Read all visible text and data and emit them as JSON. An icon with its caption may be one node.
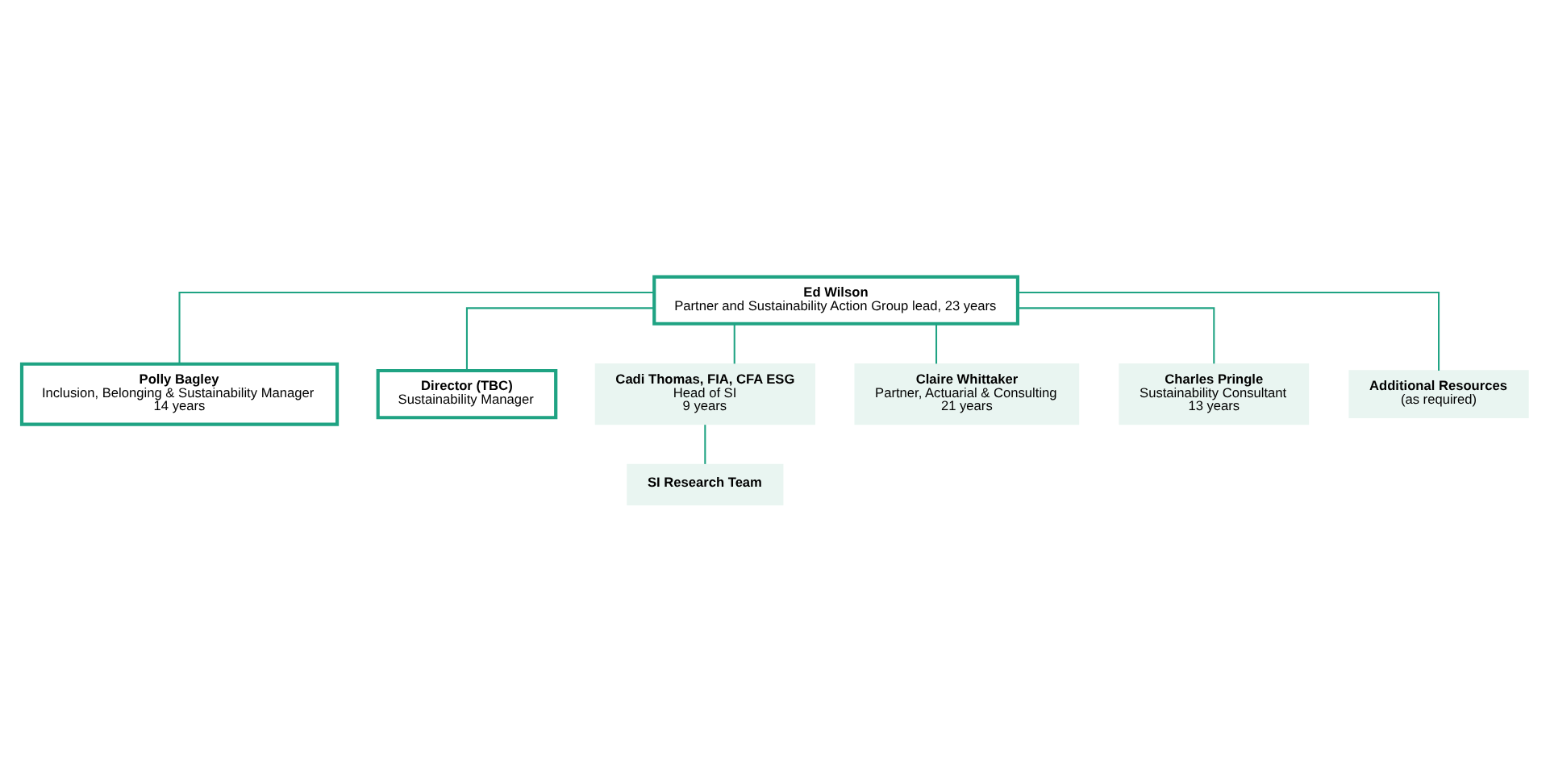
{
  "diagram": {
    "nodes": [
      {
        "text": [
          "Ed Wilson",
          "Partner and Sustainability Action Group lead, 23 years"
        ]
      },
      {
        "text": [
          "Polly Bagley",
          "Inclusion, Belonging & Sustainability Manager",
          "14 years"
        ]
      },
      {
        "text": [
          "Director (TBC)",
          "Sustainability Manager"
        ]
      },
      {
        "text": [
          "Cadi Thomas, FIA, CFA ESG",
          "Head of SI",
          "9 years"
        ]
      },
      {
        "text": [
          "Claire Whittaker",
          "Partner, Actuarial & Consulting",
          "21 years"
        ]
      },
      {
        "text": [
          "Charles Pringle",
          "Sustainability Consultant",
          "13 years"
        ]
      },
      {
        "text": [
          "Additional Resources",
          "(as required)"
        ]
      },
      {
        "text": [
          "SI Research Team"
        ]
      }
    ],
    "edges": [
      {
        "from": 0,
        "to": 1,
        "arrow": "none"
      },
      {
        "from": 0,
        "to": 2,
        "arrow": "none"
      },
      {
        "from": 0,
        "to": 3,
        "arrow": "none"
      },
      {
        "from": 0,
        "to": 4,
        "arrow": "none"
      },
      {
        "from": 0,
        "to": 5,
        "arrow": "none"
      },
      {
        "from": 0,
        "to": 6,
        "arrow": "none"
      },
      {
        "from": 3,
        "to": 7,
        "arrow": "none"
      }
    ]
  }
}
